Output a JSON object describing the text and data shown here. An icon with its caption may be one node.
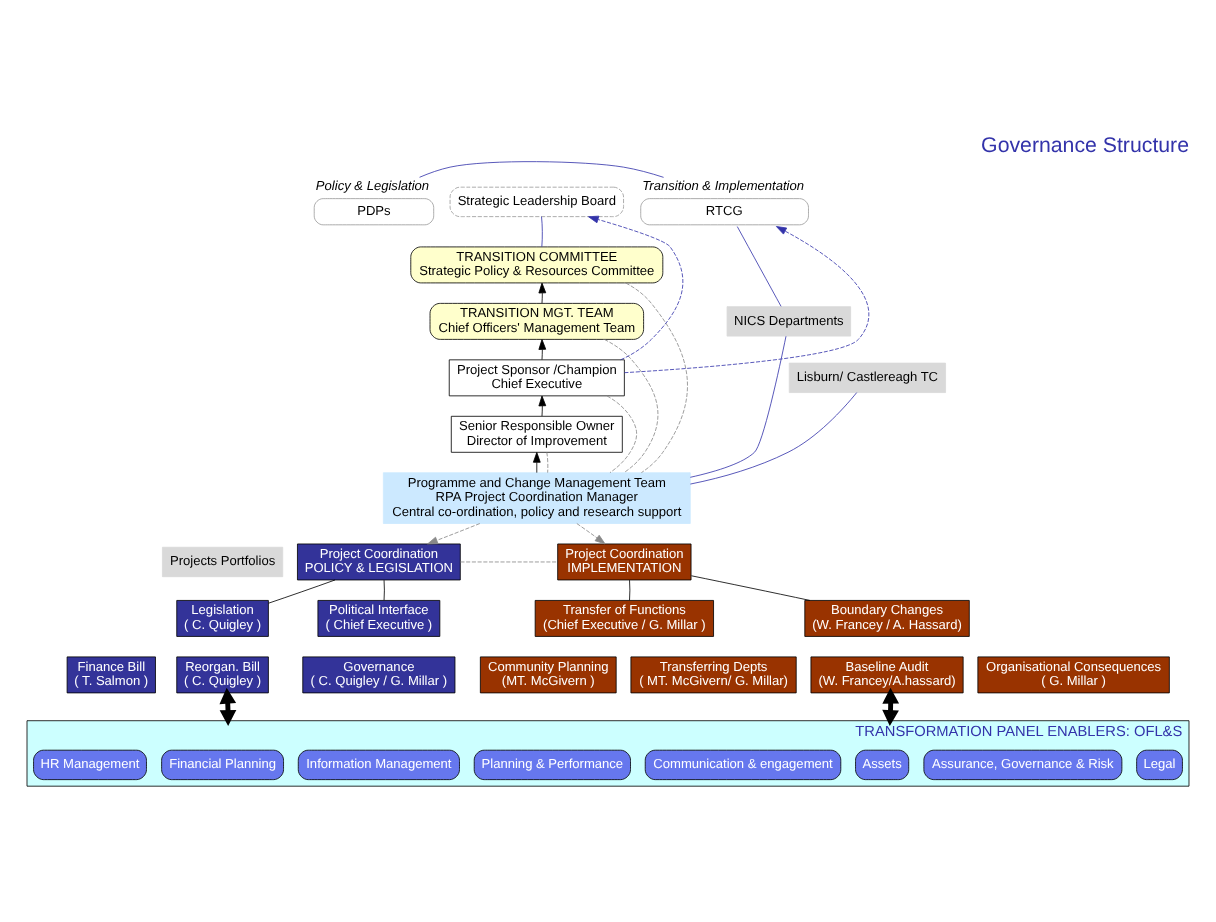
{
  "diagram": {
    "title": "Governance Structure",
    "nodes": [
      {
        "text": [
          "Strategic Leadership Board"
        ]
      },
      {
        "text": [
          "PDPs"
        ],
        "beside": [
          "Policy & Legislation"
        ]
      },
      {
        "text": [
          "RTCG"
        ],
        "beside": [
          "Transition & Implementation"
        ]
      },
      {
        "text": [
          "TRANSITION COMMITTEE",
          "Strategic Policy & Resources Committee"
        ]
      },
      {
        "text": [
          "TRANSITION MGT. TEAM",
          "Chief Officers' Management Team"
        ]
      },
      {
        "text": [
          "Project Sponsor /Champion",
          "Chief Executive"
        ]
      },
      {
        "text": [
          "Senior Responsible Owner",
          "Director of Improvement"
        ]
      },
      {
        "text": [
          "Programme and Change Management Team",
          "RPA Project Coordination Manager",
          "Central co-ordination, policy and research support"
        ]
      },
      {
        "text": [
          "NICS Departments"
        ]
      },
      {
        "text": [
          "Lisburn/ Castlereagh TC"
        ]
      },
      {
        "text": [
          "Projects Portfolios"
        ]
      },
      {
        "text": [
          "Project Coordination",
          "POLICY & LEGISLATION"
        ]
      },
      {
        "text": [
          "Legislation",
          "( C. Quigley )"
        ]
      },
      {
        "text": [
          "Political Interface",
          "( Chief Executive )"
        ]
      },
      {
        "text": [
          "Finance Bill",
          "( T. Salmon )"
        ]
      },
      {
        "text": [
          "Reorgan. Bill",
          "( C. Quigley )"
        ]
      },
      {
        "text": [
          "Governance",
          "( C. Quigley / G. Millar )"
        ]
      },
      {
        "text": [
          "Project Coordination",
          "IMPLEMENTATION"
        ]
      },
      {
        "text": [
          "Transfer of Functions",
          "(Chief Executive / G. Millar )"
        ]
      },
      {
        "text": [
          "Boundary Changes",
          "(W. Francey / A. Hassard)"
        ]
      },
      {
        "text": [
          "Community Planning",
          "(MT. McGivern )"
        ]
      },
      {
        "text": [
          "Transferring Depts",
          "( MT. McGivern/ G. Millar)"
        ]
      },
      {
        "text": [
          "Baseline Audit",
          "(W. Francey/A.hassard)"
        ]
      },
      {
        "text": [
          "Organisational Consequences",
          "( G. Millar )"
        ]
      },
      {
        "text": [
          "TRANSFORMATION PANEL ENABLERS: OFL&S"
        ]
      },
      {
        "text": [
          "HR Management"
        ],
        "in": 24
      },
      {
        "text": [
          "Financial Planning"
        ],
        "in": 24
      },
      {
        "text": [
          "Information Management"
        ],
        "in": 24
      },
      {
        "text": [
          "Planning & Performance"
        ],
        "in": 24
      },
      {
        "text": [
          "Communication & engagement"
        ],
        "in": 24
      },
      {
        "text": [
          "Assets"
        ],
        "in": 24
      },
      {
        "text": [
          "Assurance, Governance & Risk"
        ],
        "in": 24
      },
      {
        "text": [
          "Legal"
        ],
        "in": 24
      }
    ],
    "edges": [
      {
        "from": 0,
        "to": 3,
        "arrow": "none",
        "color": "#3333aa"
      },
      {
        "from": 1,
        "to": 2,
        "arrow": "none",
        "color": "#3333aa"
      },
      {
        "from": 5,
        "to": 0,
        "arrow": "to",
        "style": "dashed",
        "color": "#3333aa"
      },
      {
        "from": 5,
        "to": 2,
        "arrow": "to",
        "style": "dashed",
        "color": "#3333aa"
      },
      {
        "from": 2,
        "to": 8,
        "arrow": "none",
        "color": "#3333aa"
      },
      {
        "from": 7,
        "to": 8,
        "arrow": "none",
        "color": "#3333aa"
      },
      {
        "from": 7,
        "to": 9,
        "arrow": "none",
        "color": "#3333aa"
      },
      {
        "from": 4,
        "to": 3,
        "arrow": "to"
      },
      {
        "from": 5,
        "to": 4,
        "arrow": "to"
      },
      {
        "from": 6,
        "to": 5,
        "arrow": "to"
      },
      {
        "from": 7,
        "to": 6,
        "arrow": "to"
      },
      {
        "from": 3,
        "to": 7,
        "arrow": "none",
        "style": "dashed",
        "color": "#888888"
      },
      {
        "from": 4,
        "to": 7,
        "arrow": "none",
        "style": "dashed",
        "color": "#888888"
      },
      {
        "from": 5,
        "to": 7,
        "arrow": "none",
        "style": "dashed",
        "color": "#888888"
      },
      {
        "from": 6,
        "to": 7,
        "arrow": "none",
        "style": "dashed",
        "color": "#888888"
      },
      {
        "from": 7,
        "to": 11,
        "arrow": "to",
        "style": "dashed",
        "color": "#888888"
      },
      {
        "from": 7,
        "to": 17,
        "arrow": "to",
        "style": "dashed",
        "color": "#888888"
      },
      {
        "from": 11,
        "to": 17,
        "arrow": "none",
        "style": "dashed",
        "color": "#888888"
      },
      {
        "from": 11,
        "to": 12,
        "arrow": "none"
      },
      {
        "from": 11,
        "to": 13,
        "arrow": "none"
      },
      {
        "from": 17,
        "to": 18,
        "arrow": "none"
      },
      {
        "from": 17,
        "to": 19,
        "arrow": "none"
      },
      {
        "from": 15,
        "to": 24,
        "arrow": "both",
        "style": "thick"
      },
      {
        "from": 22,
        "to": 24,
        "arrow": "both",
        "style": "thick"
      }
    ]
  }
}
